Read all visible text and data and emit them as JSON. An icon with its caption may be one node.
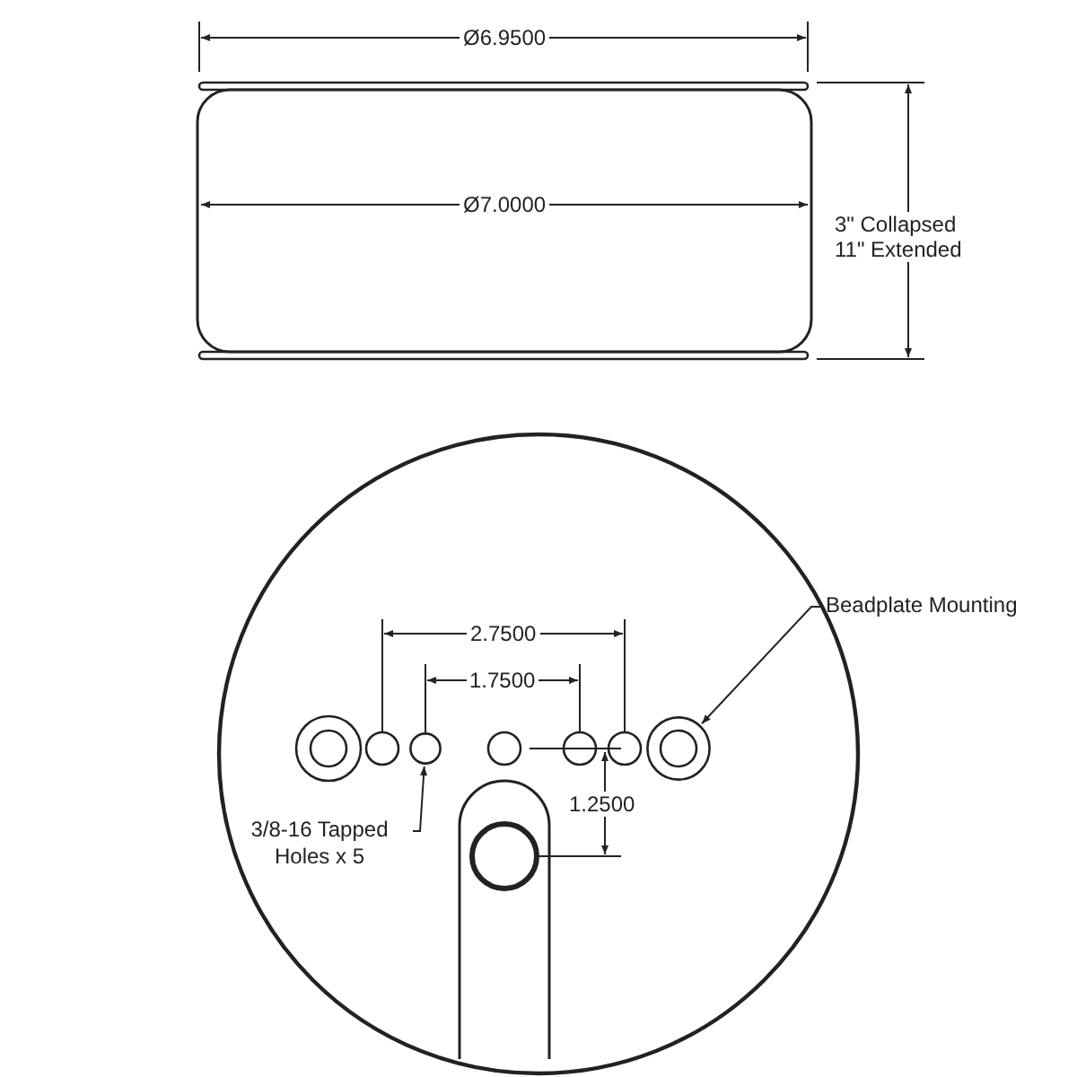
{
  "diagram": {
    "nodes": [
      {
        "text": [
          "Beadplate Mounting"
        ]
      },
      {
        "text": [],
        "shape": "circle"
      },
      {
        "text": [
          "3/8-16 Tapped Holes x 5"
        ]
      },
      {
        "text": [],
        "shape": "circle"
      }
    ],
    "edges": [
      {
        "from": 0,
        "to": 1,
        "arrow": "to"
      },
      {
        "from": 2,
        "to": 3,
        "arrow": "to"
      }
    ],
    "labels": [
      "Ø6.9500",
      "Ø7.0000",
      "3\" Collapsed",
      "11\" Extended",
      "2.7500",
      "1.7500",
      "1.2500"
    ]
  }
}
